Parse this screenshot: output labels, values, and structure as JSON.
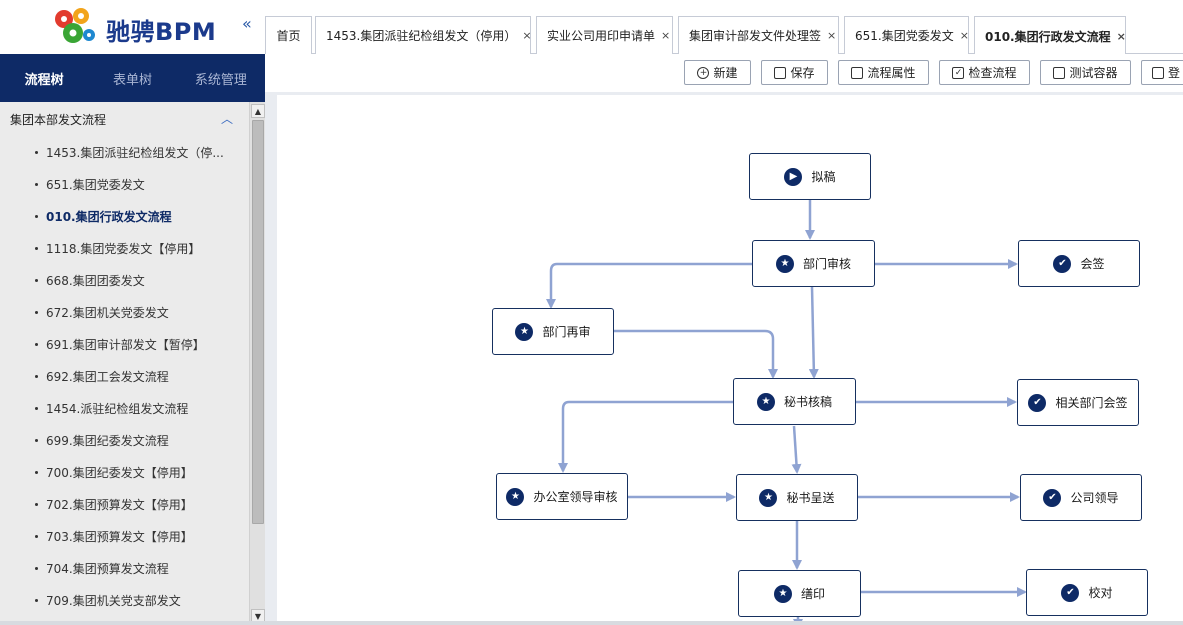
{
  "app": {
    "brand": "驰骋BPM",
    "collapse_icon": "«"
  },
  "nav": {
    "tabs": [
      {
        "label": "流程树"
      },
      {
        "label": "表单树"
      },
      {
        "label": "系统管理"
      }
    ]
  },
  "sidebar": {
    "group_label": "集团本部发文流程",
    "group_chevron": "︿",
    "items": [
      {
        "label": "1453.集团派驻纪检组发文（停..."
      },
      {
        "label": "651.集团党委发文"
      },
      {
        "label": "010.集团行政发文流程"
      },
      {
        "label": "1118.集团党委发文【停用】"
      },
      {
        "label": "668.集团团委发文"
      },
      {
        "label": "672.集团机关党委发文"
      },
      {
        "label": "691.集团审计部发文【暂停】"
      },
      {
        "label": "692.集团工会发文流程"
      },
      {
        "label": "1454.派驻纪检组发文流程"
      },
      {
        "label": "699.集团纪委发文流程"
      },
      {
        "label": "700.集团纪委发文【停用】"
      },
      {
        "label": "702.集团预算发文【停用】"
      },
      {
        "label": "703.集团预算发文【停用】"
      },
      {
        "label": "704.集团预算发文流程"
      },
      {
        "label": "709.集团机关党支部发文"
      }
    ]
  },
  "tabs": [
    {
      "label": "首页",
      "close": ""
    },
    {
      "label": "1453.集团派驻纪检组发文（停用）",
      "close": "×"
    },
    {
      "label": "实业公司用印申请单",
      "close": "×"
    },
    {
      "label": "集团审计部发文件处理签",
      "close": "×"
    },
    {
      "label": "651.集团党委发文",
      "close": "×"
    },
    {
      "label": "010.集团行政发文流程",
      "close": "×"
    }
  ],
  "toolbar": {
    "new_label": "新建",
    "save_label": "保存",
    "props_label": "流程属性",
    "check_label": "检查流程",
    "test_label": "测试容器",
    "logout_label": "登"
  },
  "flow": {
    "start_icon": "▶",
    "step_icon": "★",
    "check_icon": "✔",
    "nodes": {
      "draft": "拟稿",
      "dept_review": "部门审核",
      "countersign": "会签",
      "dept_rereview": "部门再审",
      "secretary_review": "秘书核稿",
      "related_countersign": "相关部门会签",
      "office_leader_review": "办公室领导审核",
      "secretary_submit": "秘书呈送",
      "company_leader": "公司领导",
      "print": "缮印",
      "proofread": "校对"
    },
    "line_color": "#8fa3d2",
    "node_border_color": "#16305f",
    "accent": "#0e2a66"
  }
}
